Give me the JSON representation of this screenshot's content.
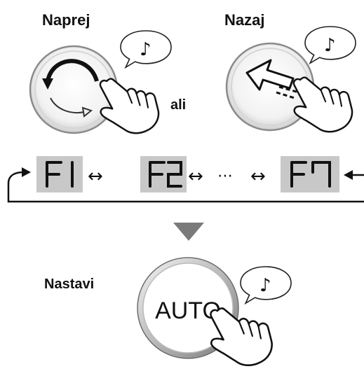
{
  "labels": {
    "forward": "Naprej",
    "back": "Nazaj",
    "or": "ali",
    "set": "Nastavi",
    "auto_button": "AUTO"
  },
  "sound_symbol": "♪",
  "display_sequence": {
    "items": [
      "F1",
      "F2",
      "F7"
    ],
    "arrow": "↔",
    "ellipsis": "⋯",
    "panel_color": "#c8c8c8"
  },
  "icons": [
    "rotate-arrow-icon",
    "swipe-left-arrow-icon",
    "hand-icon",
    "speech-bubble-icon",
    "down-triangle-icon",
    "loop-arrow-icon"
  ]
}
